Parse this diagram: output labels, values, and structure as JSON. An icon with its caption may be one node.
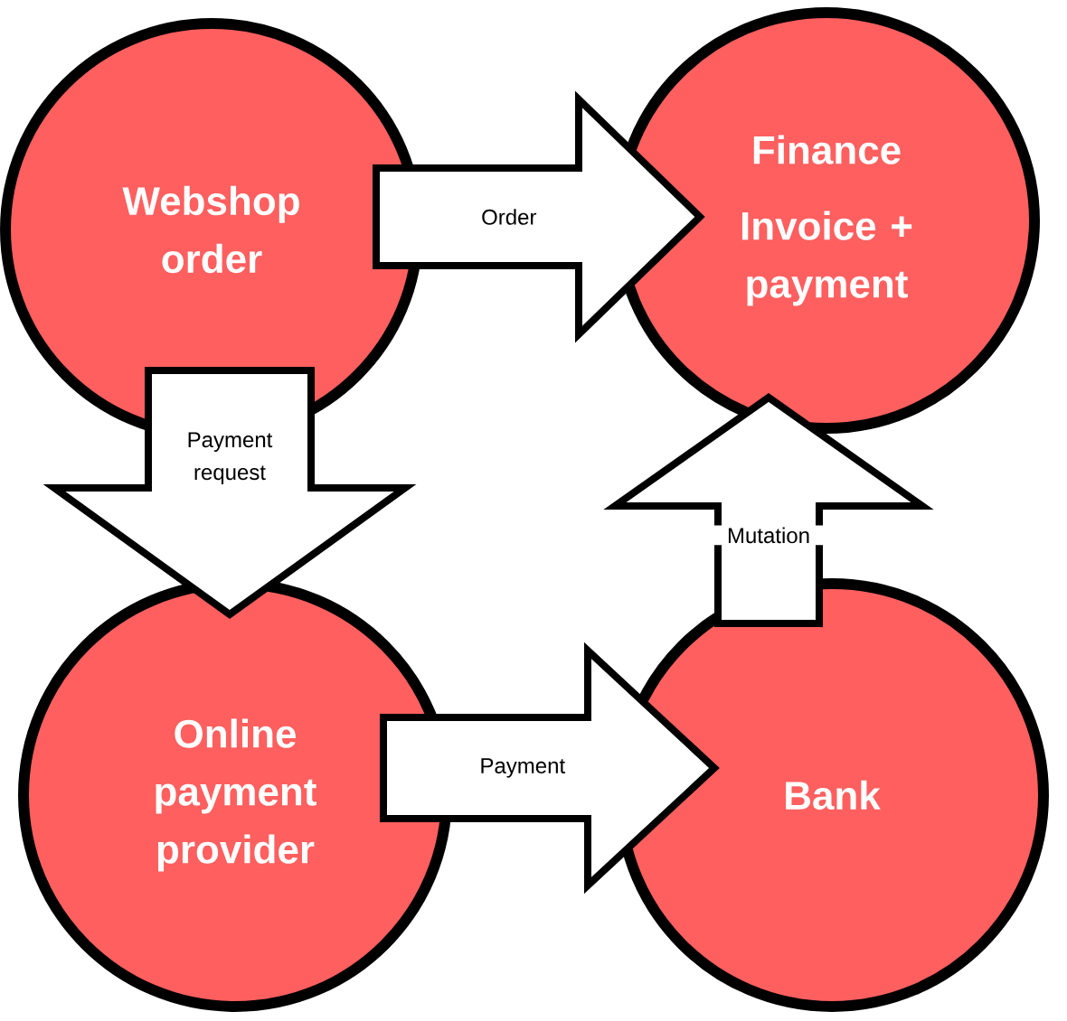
{
  "diagram": {
    "nodes": [
      {
        "text": [
          "Webshop order"
        ]
      },
      {
        "text": [
          "Finance",
          "Invoice + payment"
        ]
      },
      {
        "text": [
          "Online payment provider"
        ]
      },
      {
        "text": [
          "Bank"
        ]
      }
    ],
    "edges": [
      {
        "from": 0,
        "to": 1,
        "arrow": "to",
        "label": "Order"
      },
      {
        "from": 0,
        "to": 2,
        "arrow": "to",
        "label": "Payment request"
      },
      {
        "from": 2,
        "to": 3,
        "arrow": "to",
        "label": "Payment"
      },
      {
        "from": 3,
        "to": 1,
        "arrow": "to",
        "label": "Mutation"
      }
    ]
  }
}
